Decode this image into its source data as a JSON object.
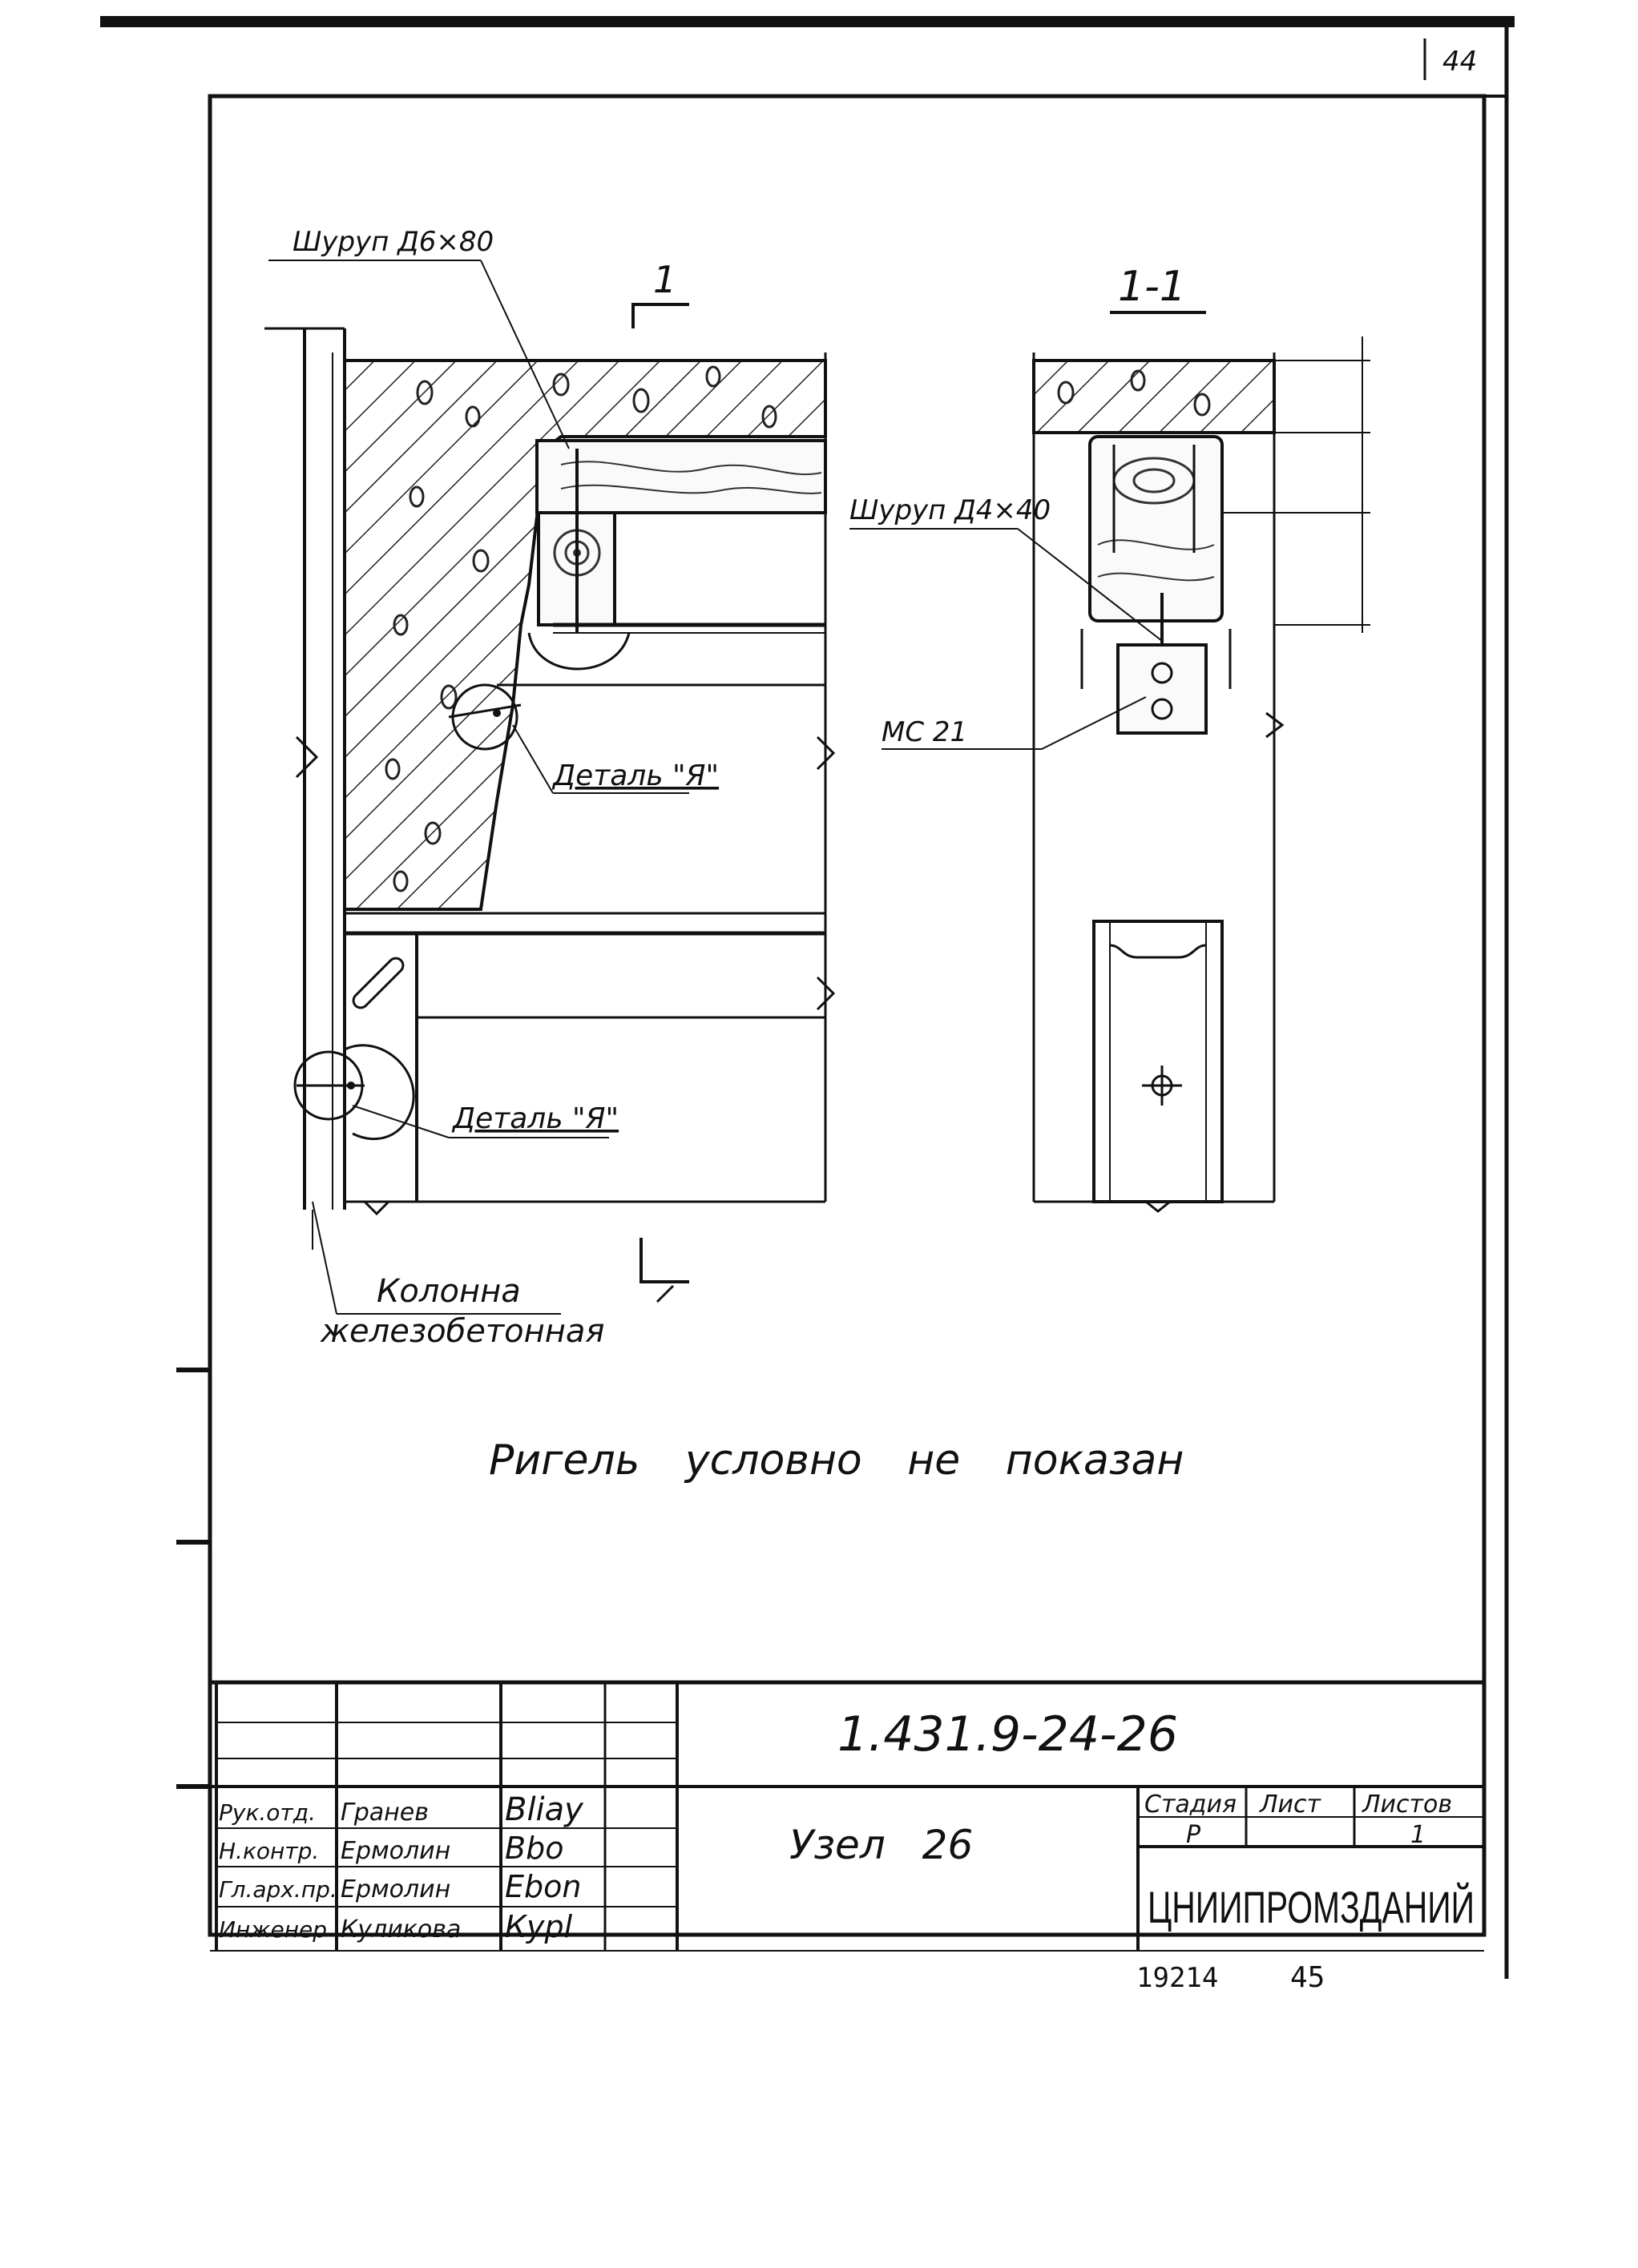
{
  "sheet": {
    "page_corner_number": "44",
    "section_marker_number": "1",
    "section_title": "1-1",
    "label_screw_top": "Шуруп Д6×80",
    "label_screw_side": "Шуруп Д4×40",
    "label_ms": "МС 21",
    "label_detail_a_upper": "Деталь \"Я\"",
    "label_detail_a_lower": "Деталь \"Я\"",
    "label_column_line1": "Колонна",
    "label_column_line2": "железобетонная",
    "note_text": "Ригель условно не показан"
  },
  "title_block": {
    "doc_code": "1.431.9-24-26",
    "node_title": "Узел 26",
    "org": "ЦНИИПРОМЗДАНИЙ",
    "stage_label": "Стадия",
    "sheet_label": "Лист",
    "sheets_label": "Листов",
    "stage_value": "Р",
    "sheets_value": "1",
    "signatures": [
      {
        "role": "Рук.отд.",
        "name": "Гранев",
        "sign": "Bliay"
      },
      {
        "role": "Н.контр.",
        "name": "Ермолин",
        "sign": "Bbo"
      },
      {
        "role": "Гл.арх.пр.",
        "name": "Ермолин",
        "sign": "Ebon"
      },
      {
        "role": "Инженер",
        "name": "Куликова",
        "sign": "Куpl"
      }
    ],
    "footer_left": "19214",
    "footer_right": "45"
  }
}
